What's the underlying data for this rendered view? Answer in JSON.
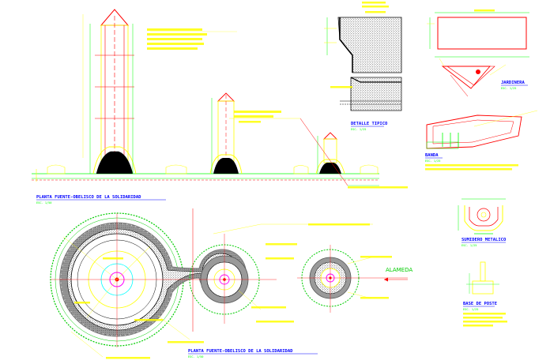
{
  "titles": {
    "elevation": "PLANTA FUENTE-OBELISCO DE LA SOLIDARIDAD",
    "elevation_scale": "ESC. 1/50",
    "plan": "PLANTA FUENTE-OBELISCO DE LA SOLIDARIDAD",
    "plan_scale": "ESC. 1/50",
    "detail": "DETALLE TIPICO",
    "detail_scale": "ESC. 1/25",
    "planter": "JARDINERA",
    "planter_scale": "ESC. 1/25",
    "band": "BANDA",
    "band_scale": "ESC. 1/25",
    "drain": "SUMIDERO METALICO",
    "drain_scale": "ESC. 1/25",
    "post_base": "BASE DE POSTE",
    "post_scale": "ESC. 1/25",
    "alameda": "ALAMEDA"
  },
  "colors": {
    "background": "#ffffff",
    "outline": "#ff0000",
    "structure": "#ffff00",
    "dimension": "#00ff00",
    "ring": "#00cc00",
    "paving": "#808080",
    "text": "#ffff00",
    "title": "#0000ff",
    "accent": "#ff00ff",
    "water": "#00ffff"
  }
}
